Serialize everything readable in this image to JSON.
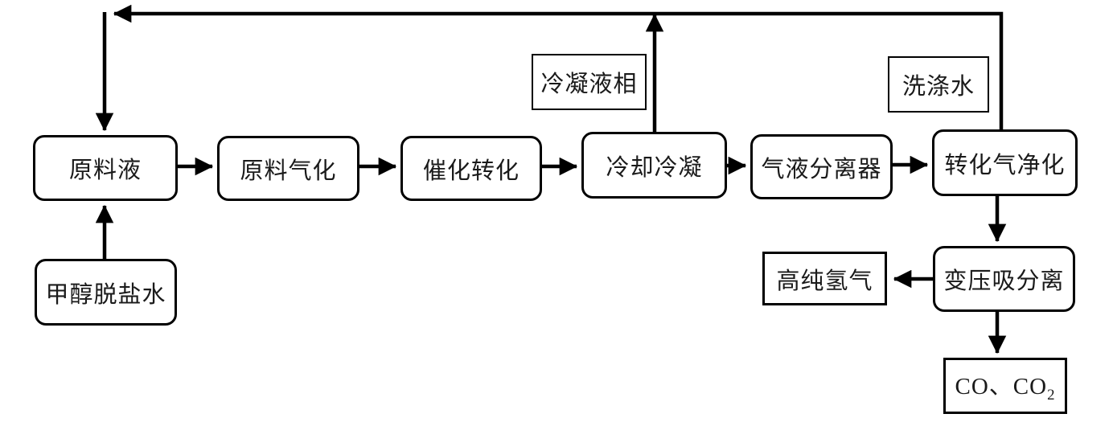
{
  "diagram": {
    "background_color": "#ffffff",
    "line_color": "#000000",
    "nodes": {
      "raw_liquid": "原料液",
      "gasification": "原料气化",
      "catalytic_conversion": "催化转化",
      "cooling_condensation": "冷却冷凝",
      "gas_liquid_separator": "气液分离器",
      "reformed_gas_purification": "转化气净化",
      "psa_separation": "变压吸分离",
      "methanol_demineralized_water": "甲醇脱盐水",
      "condensate_liquid_phase": "冷凝液相",
      "wash_water": "洗涤水",
      "high_purity_hydrogen": "高纯氢气",
      "co_co2_main": "CO、CO",
      "co_co2_subscript": "2"
    }
  }
}
